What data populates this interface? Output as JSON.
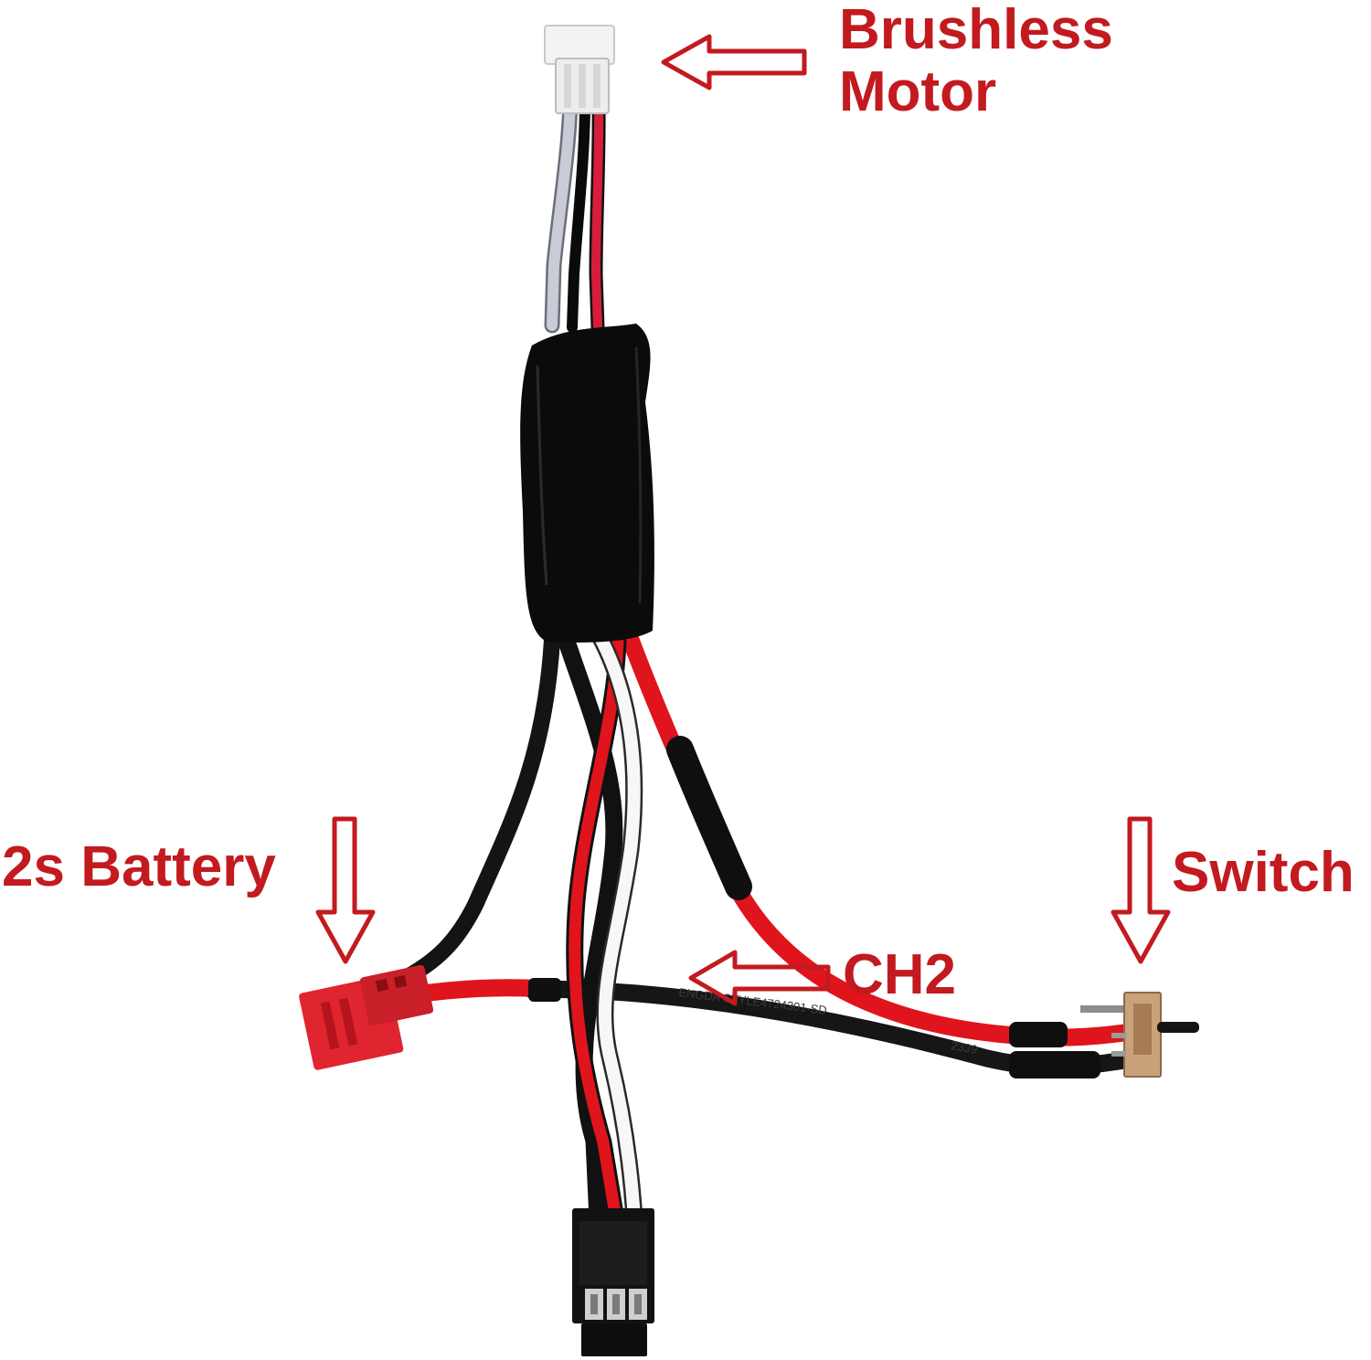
{
  "labels": {
    "motor_line1": "Brushless",
    "motor_line2": "Motor",
    "battery": "2s Battery",
    "switch": "Switch",
    "ch2": "CH2"
  },
  "wire_print": {
    "main_text": "ENGDA   STYLE4724301-SD",
    "code": "2339"
  },
  "colors": {
    "label_red": "#c21a1f",
    "esc_body": "#0b0b0b",
    "wire_red": "#e0141c",
    "wire_black": "#141414",
    "wire_white": "#f7f7f7",
    "wire_grey": "#c6cad2",
    "jst_connector": "#e02530",
    "motor_connector": "#f4f4f4"
  },
  "icons": [
    "arrow-left-icon",
    "arrow-down-icon"
  ]
}
